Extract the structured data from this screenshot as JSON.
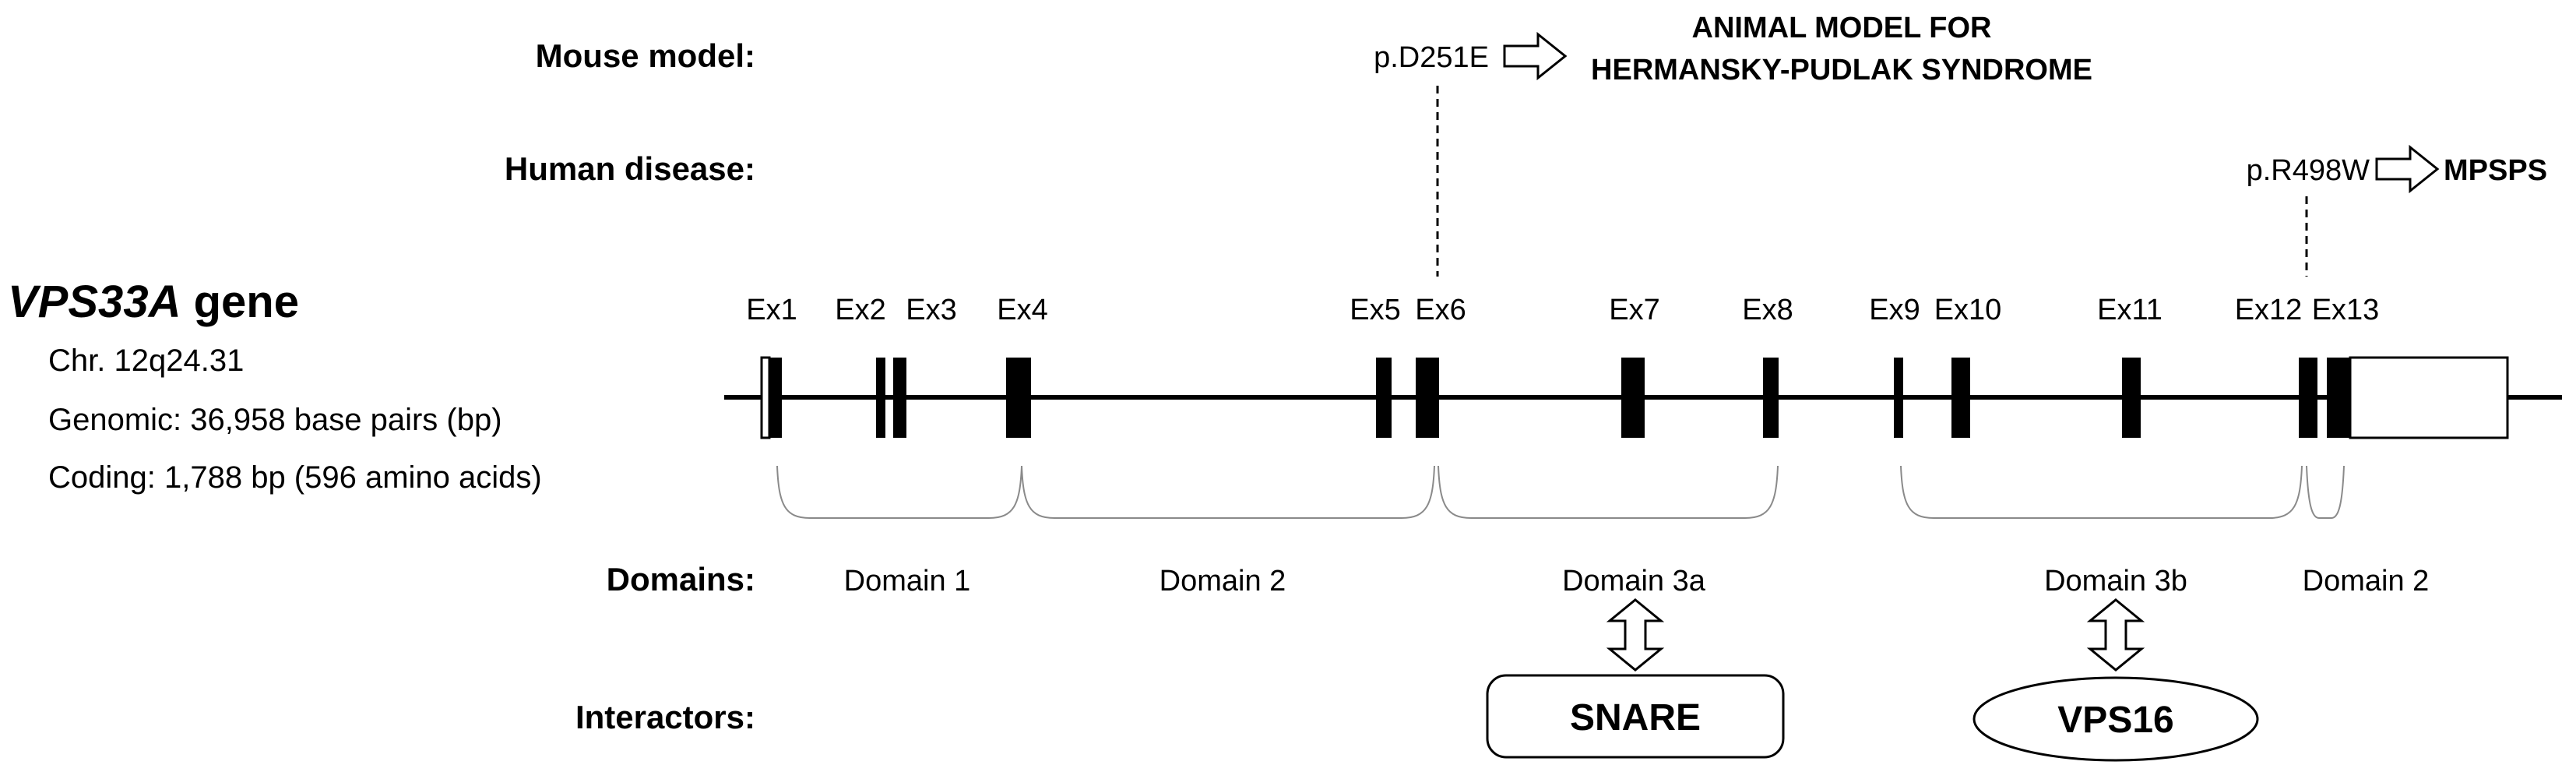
{
  "row_labels": {
    "mouse_model": "Mouse model:",
    "human_disease": "Human disease:",
    "domains": "Domains:",
    "interactors": "Interactors:"
  },
  "gene": {
    "name_italic": "VPS33A",
    "name_suffix": " gene",
    "chromosome": "Chr. 12q24.31",
    "genomic": "Genomic: 36,958 base pairs (bp)",
    "coding": "Coding: 1,788 bp (596 amino acids)"
  },
  "exons": [
    {
      "label": "Ex1"
    },
    {
      "label": "Ex2"
    },
    {
      "label": "Ex3"
    },
    {
      "label": "Ex4"
    },
    {
      "label": "Ex5"
    },
    {
      "label": "Ex6"
    },
    {
      "label": "Ex7"
    },
    {
      "label": "Ex8"
    },
    {
      "label": "Ex9"
    },
    {
      "label": "Ex10"
    },
    {
      "label": "Ex11"
    },
    {
      "label": "Ex12"
    },
    {
      "label": "Ex13"
    }
  ],
  "mutations": [
    {
      "variant": "p.D251E",
      "outcome_line1": "ANIMAL MODEL FOR",
      "outcome_line2": "HERMANSKY-PUDLAK SYNDROME"
    },
    {
      "variant": "p.R498W",
      "outcome_line1": "MPSPS"
    }
  ],
  "domains": [
    "Domain 1",
    "Domain 2",
    "Domain 3a",
    "Domain 3b",
    "Domain 2"
  ],
  "interactors": [
    "SNARE",
    "VPS16"
  ],
  "colors": {
    "ink": "#000000",
    "bracket": "#8a8a8a",
    "background": "#ffffff"
  }
}
